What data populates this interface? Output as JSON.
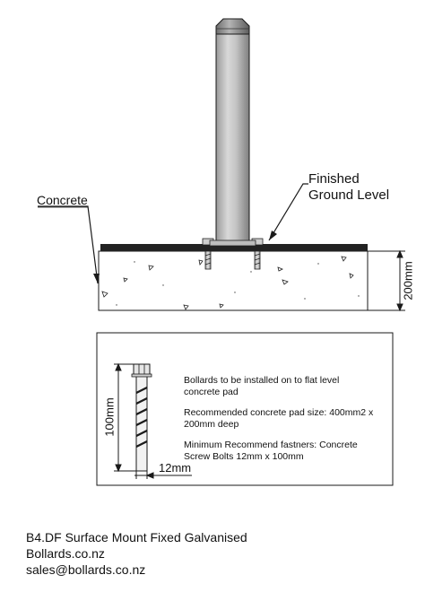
{
  "labels": {
    "finished_ground_line1": "Finished",
    "finished_ground_line2": "Ground Level",
    "concrete": "Concrete",
    "pad_depth": "200mm",
    "bolt_length": "100mm",
    "bolt_diameter": "12mm"
  },
  "notes": [
    "Bollards to be installed on to flat level concrete pad",
    "Recommended concrete pad size: 400mm2 x 200mm deep",
    "Minimum Recommend fastners: Concrete Screw Bolts 12mm x 100mm"
  ],
  "footer": {
    "title": "B4.DF Surface Mount Fixed Galvanised",
    "site": "Bollards.co.nz",
    "email": "sales@bollards.co.nz"
  },
  "colors": {
    "line": "#1a1a1a",
    "post_light": "#d6d6d6",
    "post_dark": "#8a8a8a",
    "base_plate": "#222222"
  }
}
